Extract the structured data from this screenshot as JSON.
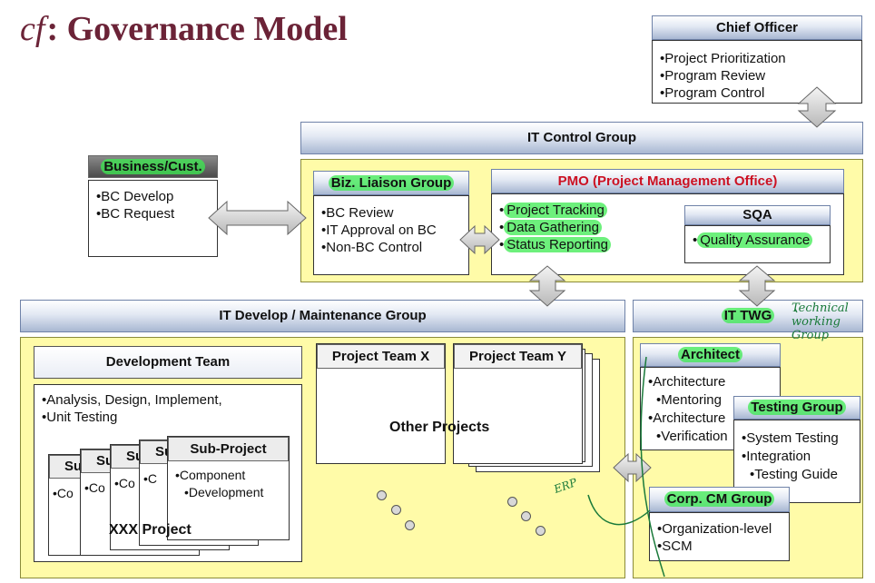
{
  "title": {
    "mark": "cf",
    "text": ": Governance Model"
  },
  "chief": {
    "header": "Chief Officer",
    "items": [
      "Project Prioritization",
      "Program Review",
      "Program Control"
    ]
  },
  "it_control": {
    "header": "IT Control Group"
  },
  "business": {
    "header": "Business/Cust.",
    "items": [
      "BC Develop",
      "BC Request"
    ]
  },
  "biz_liaison": {
    "header": "Biz. Liaison Group",
    "items": [
      "BC Review",
      "IT Approval on BC",
      "Non-BC Control"
    ]
  },
  "pmo": {
    "header": "PMO (Project Management Office)",
    "items": [
      "Project Tracking",
      "Data Gathering",
      "Status Reporting"
    ]
  },
  "sqa": {
    "header": "SQA",
    "items": [
      "Quality Assurance"
    ]
  },
  "it_develop": {
    "header": "IT Develop / Maintenance Group"
  },
  "dev_team": {
    "header": "Development Team",
    "items": [
      "Analysis, Design, Implement,",
      "Unit Testing"
    ]
  },
  "subproject": {
    "header": "Sub-Project",
    "stack_labels": [
      "Su",
      "Su",
      "Su",
      "Su"
    ],
    "stack_items": [
      "Co",
      "Co",
      "Co",
      "C"
    ],
    "items": [
      "Component",
      "Development"
    ],
    "xxx": "XXX Project"
  },
  "project_team_x": "Project Team X",
  "project_team_y": "Project Team Y",
  "other_projects": "Other Projects",
  "it_twg": {
    "header": "IT TWG",
    "handwriting": [
      "Technical",
      "working",
      "Group"
    ]
  },
  "architect": {
    "header": "Architect",
    "items": [
      "Architecture",
      "Mentoring",
      "Architecture",
      "Verification"
    ]
  },
  "testing": {
    "header": "Testing Group",
    "items": [
      "System Testing",
      "Integration",
      "Testing Guide"
    ]
  },
  "corp_cm": {
    "header": "Corp. CM Group",
    "items": [
      "Organization-level",
      "SCM"
    ]
  },
  "handnote": "ERP"
}
